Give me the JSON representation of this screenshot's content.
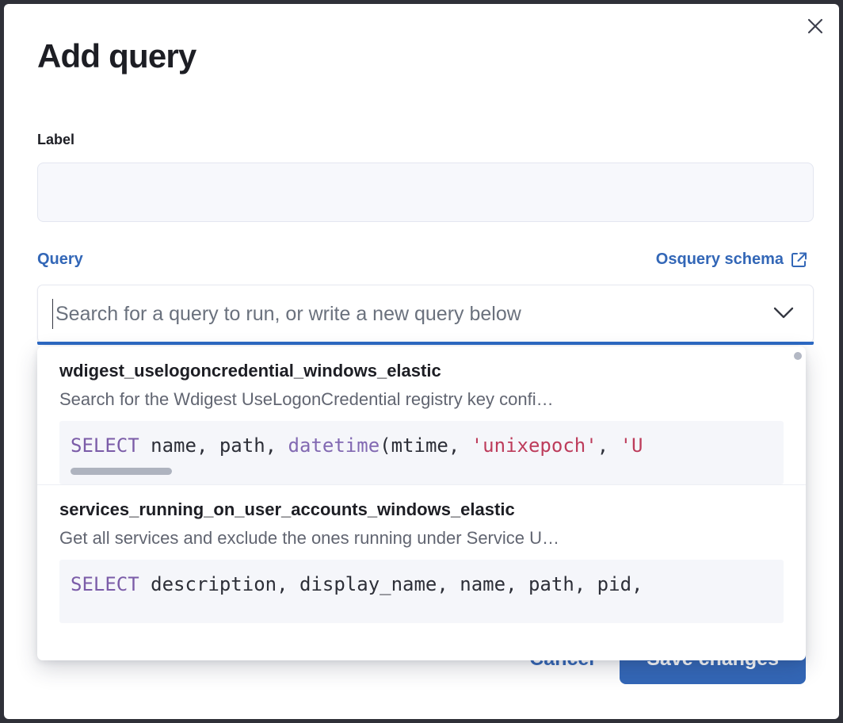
{
  "modal": {
    "title": "Add query",
    "close_icon": "close-icon"
  },
  "label_field": {
    "label": "Label",
    "value": "",
    "placeholder": ""
  },
  "query_section": {
    "label": "Query",
    "schema_link": "Osquery schema",
    "schema_link_icon": "external-link-icon"
  },
  "combobox": {
    "value": "",
    "placeholder": "Search for a query to run, or write a new query below",
    "chevron_icon": "chevron-down-icon"
  },
  "dropdown": {
    "items": [
      {
        "title": "wdigest_uselogoncredential_windows_elastic",
        "description": "Search for the Wdigest UseLogonCredential registry key confi…",
        "code_tokens": [
          {
            "t": "SELECT",
            "c": "kw"
          },
          {
            "t": " name, path, ",
            "c": "id"
          },
          {
            "t": "datetime",
            "c": "fn"
          },
          {
            "t": "(mtime, ",
            "c": "id"
          },
          {
            "t": "'unixepoch'",
            "c": "str"
          },
          {
            "t": ", ",
            "c": "id"
          },
          {
            "t": "'U",
            "c": "str"
          }
        ],
        "code_plain": "SELECT name, path, datetime(mtime, 'unixepoch', 'U"
      },
      {
        "title": "services_running_on_user_accounts_windows_elastic",
        "description": "Get all services and exclude the ones running under Service U…",
        "code_tokens": [
          {
            "t": "SELECT",
            "c": "kw"
          },
          {
            "t": " description, display_name, name, path, pid,",
            "c": "id"
          }
        ],
        "code_plain": "SELECT description, display_name, name, path, pid,"
      }
    ]
  },
  "footer": {
    "cancel_label": "Cancel",
    "save_label": "Save changes"
  },
  "colors": {
    "accent_blue": "#3367b7",
    "focus_bar": "#2d6ac4",
    "keyword_purple": "#7b5ca8",
    "string_red": "#bd3c5b",
    "text_dark": "#1d1e24",
    "text_muted": "#616571",
    "code_bg": "#f5f6fa",
    "input_bg": "#f7f8fc"
  }
}
